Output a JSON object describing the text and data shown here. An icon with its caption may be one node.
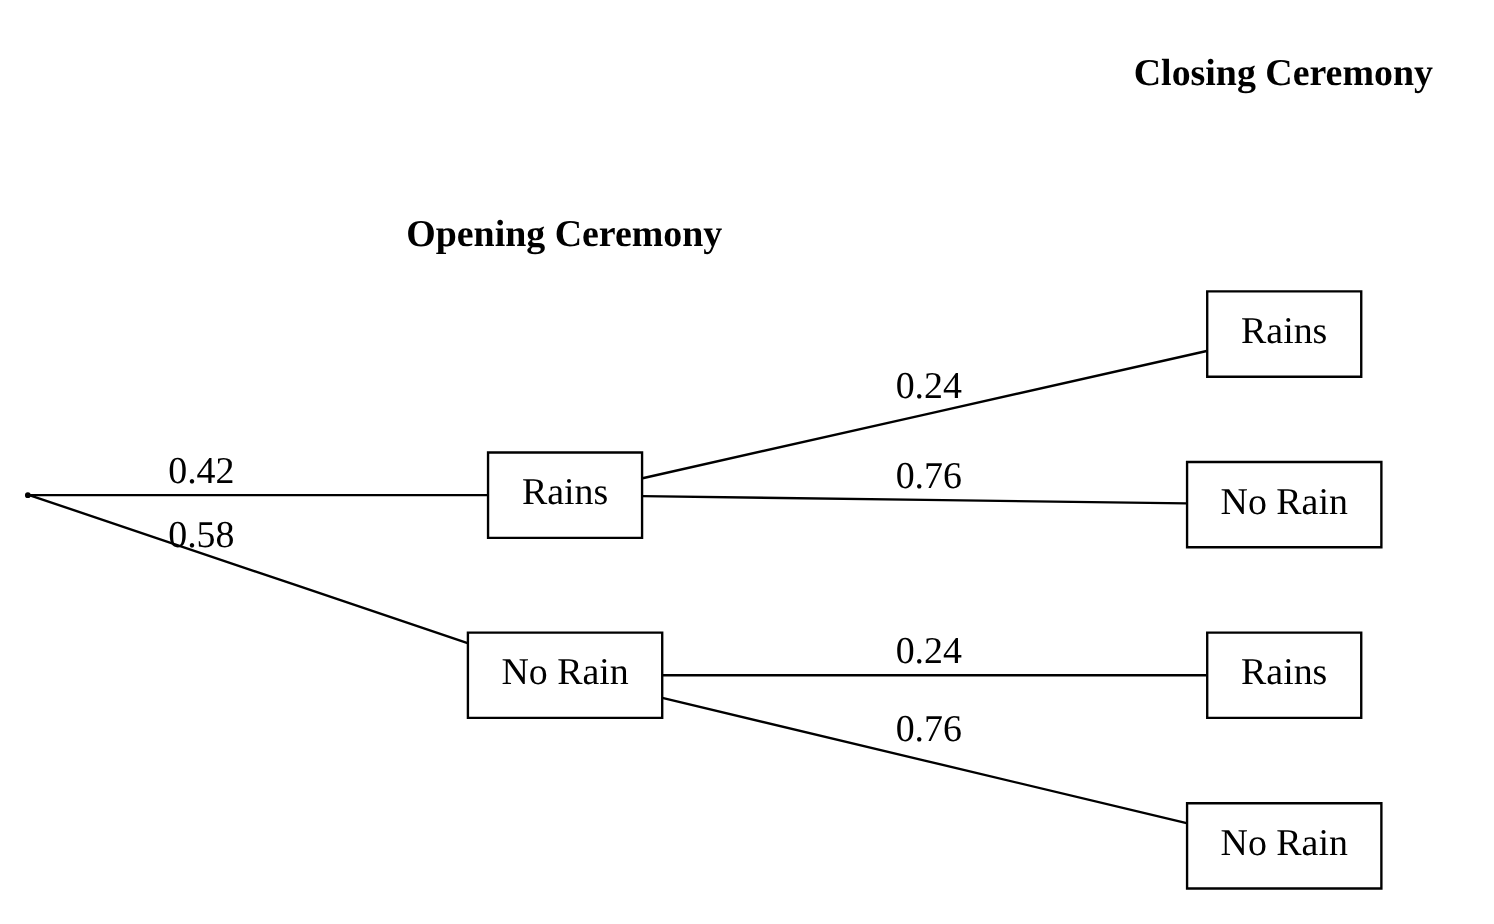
{
  "diagram": {
    "nodes": [
      {
        "text": [],
        "shape": "point"
      },
      {
        "text": [
          "Rains"
        ]
      },
      {
        "text": [
          "No Rain"
        ]
      },
      {
        "text": [
          "Rains"
        ]
      },
      {
        "text": [
          "No Rain"
        ]
      },
      {
        "text": [
          "Rains"
        ]
      },
      {
        "text": [
          "No Rain"
        ]
      }
    ],
    "edges": [
      {
        "from": 0,
        "to": 1,
        "arrow": "none",
        "label": "0.42"
      },
      {
        "from": 0,
        "to": 2,
        "arrow": "none",
        "label": "0.58"
      },
      {
        "from": 1,
        "to": 3,
        "arrow": "none",
        "label": "0.24"
      },
      {
        "from": 1,
        "to": 4,
        "arrow": "none",
        "label": "0.76"
      },
      {
        "from": 2,
        "to": 5,
        "arrow": "none",
        "label": "0.24"
      },
      {
        "from": 2,
        "to": 6,
        "arrow": "none",
        "label": "0.76"
      }
    ],
    "labels": [
      "Opening Ceremony",
      "Closing Ceremony"
    ]
  }
}
